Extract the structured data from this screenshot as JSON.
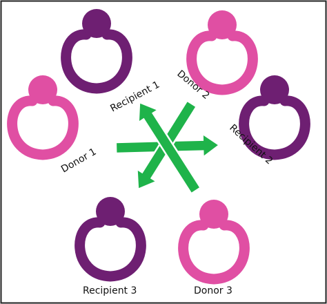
{
  "colors": {
    "donor": "#e04fa3",
    "recipient": "#6e1f72",
    "arrow": "#1fb34a",
    "frame": "#222222"
  },
  "people": [
    {
      "id": "recipient-1",
      "role": "recipient",
      "label": "Recipient 1"
    },
    {
      "id": "donor-2",
      "role": "donor",
      "label": "Donor 2"
    },
    {
      "id": "donor-1",
      "role": "donor",
      "label": "Donor 1"
    },
    {
      "id": "recipient-2",
      "role": "recipient",
      "label": "Recipient 2"
    },
    {
      "id": "recipient-3",
      "role": "recipient",
      "label": "Recipient 3"
    },
    {
      "id": "donor-3",
      "role": "donor",
      "label": "Donor 3"
    }
  ],
  "arrows": [
    {
      "from": "donor-1",
      "to": "recipient-2"
    },
    {
      "from": "donor-2",
      "to": "recipient-3"
    },
    {
      "from": "donor-3",
      "to": "recipient-1"
    }
  ]
}
